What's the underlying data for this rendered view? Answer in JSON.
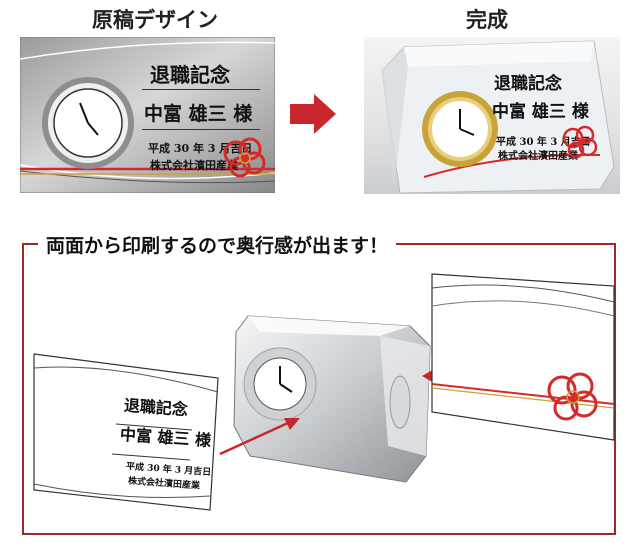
{
  "headings": {
    "design": "原稿デザイン",
    "finished": "完成"
  },
  "banner": "両面から印刷するので奥行感が出ます！",
  "plaque": {
    "title": "退職記念",
    "recipient": "中富 雄三 様",
    "date": "平成 30 年 3 月吉日",
    "company": "株式会社濱田産業"
  },
  "colors": {
    "frame": "#9a2a22",
    "arrow": "#c8282d",
    "accent_red": "#d62a2a",
    "gold": "#c9a23a"
  },
  "icons": {
    "right_arrow": "arrow-right-icon",
    "clock": "clock-icon",
    "knot": "mizuhiki-knot-icon"
  }
}
